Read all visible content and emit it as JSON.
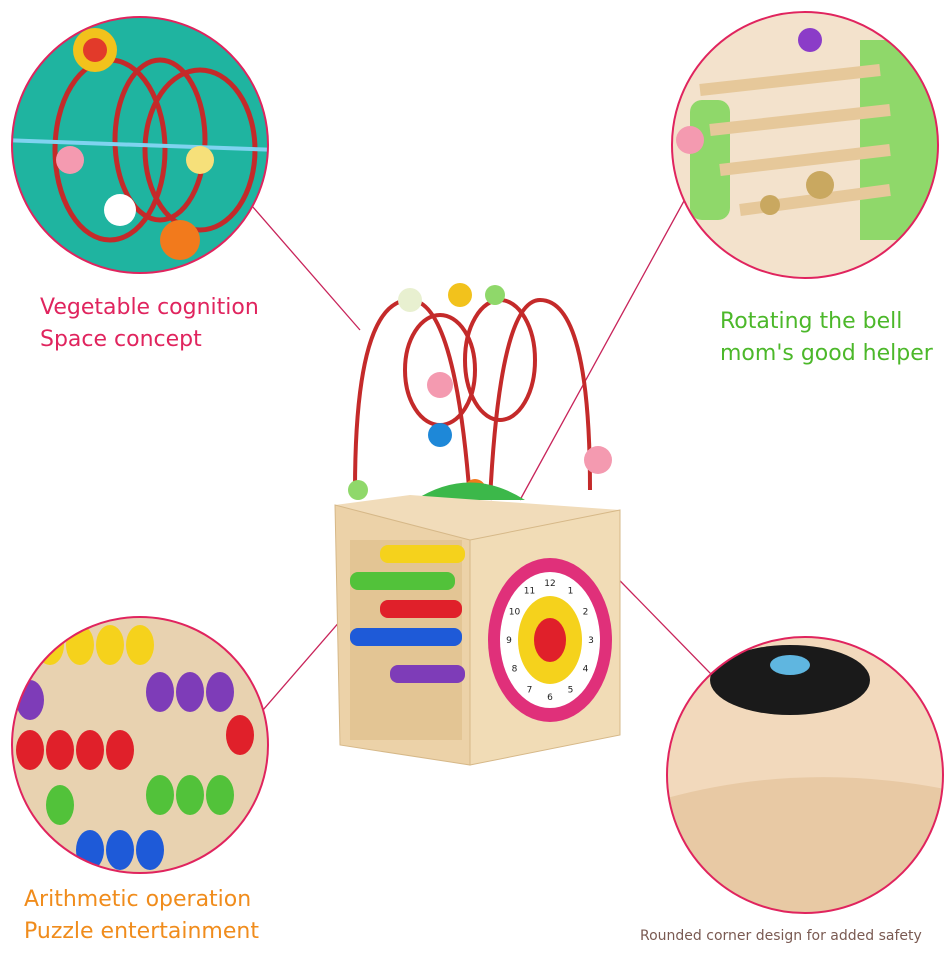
{
  "captions": {
    "vegetable": [
      "Vegetable cognition",
      "Space concept"
    ],
    "bell": [
      "Rotating the bell",
      "mom's good helper"
    ],
    "arithmetic": [
      "Arithmetic operation",
      "Puzzle entertainment"
    ],
    "rounded": "Rounded corner design for added safety"
  },
  "clock_numbers": [
    "12",
    "1",
    "2",
    "3",
    "4",
    "5",
    "6",
    "7",
    "8",
    "9",
    "10",
    "11"
  ],
  "colors": {
    "pink": "#e0245e",
    "green": "#4cb82a",
    "orange": "#f08c1c",
    "brown": "#7a5a52",
    "wood": "#e8cfa6"
  }
}
